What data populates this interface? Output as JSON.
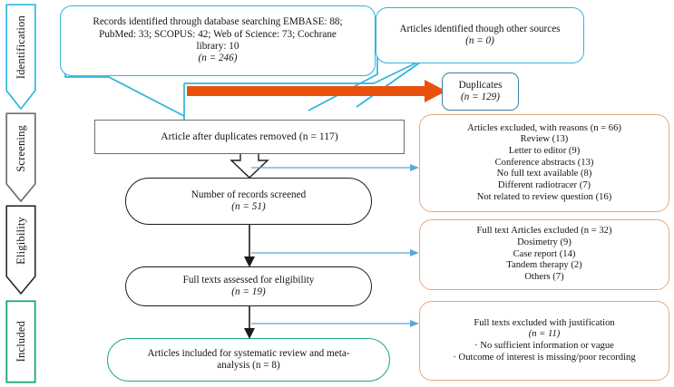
{
  "figure": {
    "type": "prisma-flow-diagram",
    "title": "PRISMA study selection flow diagram"
  },
  "stages": [
    {
      "id": "identification",
      "label": "Identification",
      "color": "#2FB4DE",
      "shape": "chevron-arrow"
    },
    {
      "id": "screening",
      "label": "Screening",
      "color": "#6E6E6E",
      "shape": "chevron-arrow"
    },
    {
      "id": "eligibility",
      "label": "Eligibility",
      "color": "#1C1C1C",
      "shape": "chevron-arrow"
    },
    {
      "id": "included",
      "label": "Included",
      "color": "#1BA774",
      "shape": "rectangle"
    }
  ],
  "nodes": {
    "records_identified": {
      "lines": [
        "Records identified through database searching EMBASE: 88;",
        "PubMed: 33; SCOPUS: 42; Web of Science: 73; Cochrane",
        "library: 10"
      ],
      "count_label": "(n = 246)",
      "n": 246,
      "border_color": "#2FB4DE"
    },
    "other_sources": {
      "lines": [
        "Articles identified though other sources"
      ],
      "count_label": "(n = 0)",
      "n": 0,
      "border_color": "#2FB4DE"
    },
    "duplicates": {
      "lines": [
        "Duplicates"
      ],
      "count_label": "(n = 129)",
      "n": 129,
      "border_color": "#3B7EA8"
    },
    "after_duplicates": {
      "text": "Article after duplicates removed (n = 117)",
      "n": 117,
      "border_color": "#6E6E6E"
    },
    "records_screened": {
      "lines": [
        "Number of records screened"
      ],
      "count_label": "(n = 51)",
      "n": 51,
      "border_color": "#1C1C1C"
    },
    "full_texts_assessed": {
      "lines": [
        "Full texts assessed for eligibility"
      ],
      "count_label": "(n = 19)",
      "n": 19,
      "border_color": "#1C1C1C"
    },
    "included_final": {
      "lines": [
        "Articles included for systematic review and meta-",
        "analysis (n = 8)"
      ],
      "n": 8,
      "border_color": "#1BA774"
    }
  },
  "exclusions": [
    {
      "id": "screening-exclusions",
      "header": "Articles excluded, with reasons (n = 66)",
      "n": 66,
      "reasons": [
        "Review (13)",
        "Letter to editor (9)",
        "Conference abstracts (13)",
        "No full text available (8)",
        "Different radiotracer (7)",
        "Not related to review question (16)"
      ]
    },
    {
      "id": "eligibility-exclusions",
      "header": "Full text Articles excluded (n = 32)",
      "n": 32,
      "reasons": [
        "Dosimetry (9)",
        "Case report (14)",
        "Tandem therapy (2)",
        "Others (7)"
      ]
    },
    {
      "id": "inclusion-exclusions",
      "header": "Full texts excluded with justification",
      "count_label": "(n = 11)",
      "n": 11,
      "reasons": [
        "·    No sufficient information  or vague",
        "·  Outcome of interest is missing/poor recording"
      ]
    }
  ],
  "connectors": {
    "merge_arrow_color": "#E8520C",
    "flow_line_color": "#1C1C1C",
    "exclusion_line_color": "#5BA7D8",
    "source_line_color": "#2FB4DE"
  }
}
